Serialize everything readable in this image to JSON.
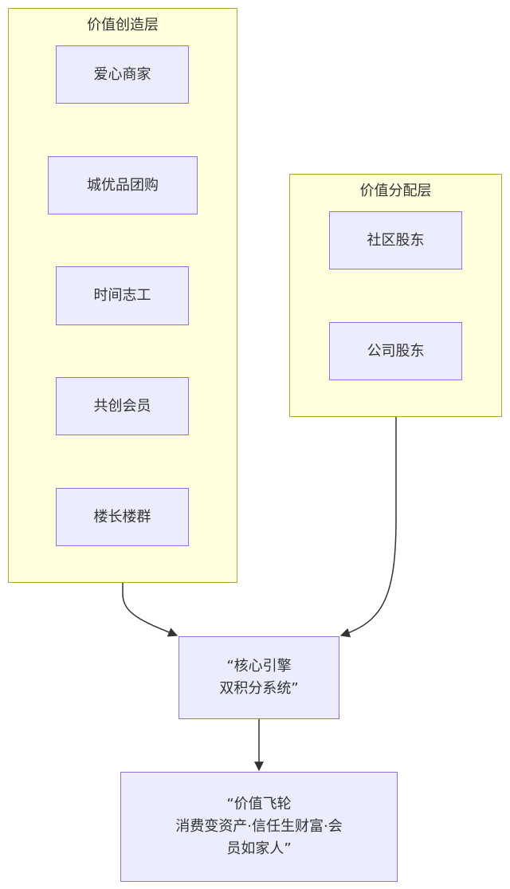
{
  "diagram": {
    "type": "flowchart",
    "clusters": [
      {
        "id": "create",
        "title": "价值创造层",
        "nodes": [
          "爱心商家",
          "城优品团购",
          "时间志工",
          "共创会员",
          "楼长楼群"
        ]
      },
      {
        "id": "distribute",
        "title": "价值分配层",
        "nodes": [
          "社区股东",
          "公司股东"
        ]
      }
    ],
    "core": {
      "label": "“核心引擎\n双积分系统”"
    },
    "flywheel": {
      "label": "“价值飞轮\n消费变资产·信任生财富·会\n员如家人”"
    },
    "edges": [
      {
        "from": "价值创造层",
        "to": "核心引擎 双积分系统"
      },
      {
        "from": "价值分配层",
        "to": "核心引擎 双积分系统"
      },
      {
        "from": "核心引擎 双积分系统",
        "to": "价值飞轮"
      }
    ],
    "colors": {
      "cluster_fill": "#ffffde",
      "cluster_stroke": "#aaaa33",
      "node_fill": "#ececff",
      "node_stroke": "#9370db",
      "edge": "#333333"
    }
  }
}
